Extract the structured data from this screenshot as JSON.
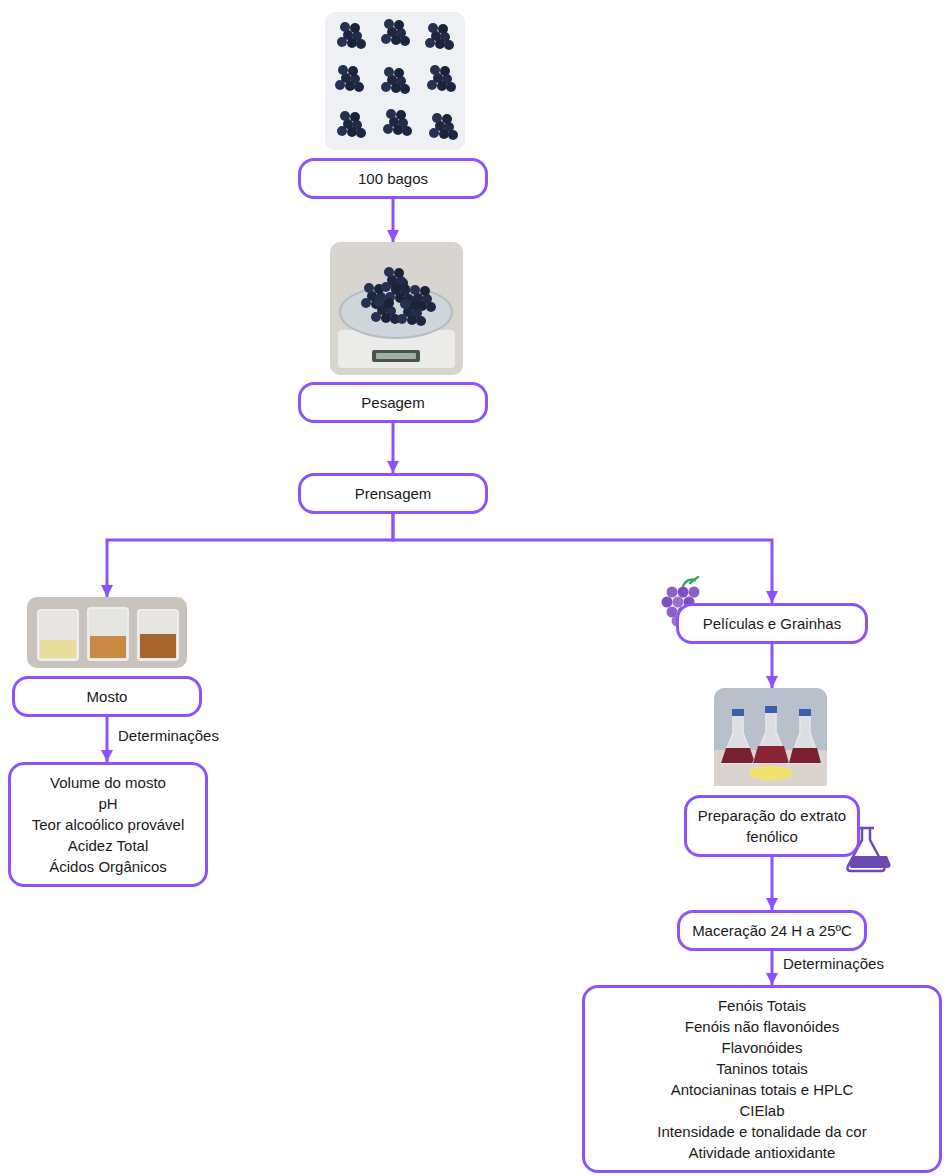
{
  "diagram": {
    "nodes": [
      {
        "text": [
          "100 bagos"
        ]
      },
      {
        "text": [
          "Pesagem"
        ]
      },
      {
        "text": [
          "Prensagem"
        ]
      },
      {
        "text": [
          "Mosto"
        ]
      },
      {
        "text": [
          "Volume do mosto",
          "pH",
          "Teor alcoólico provável",
          "Acidez Total",
          "Ácidos Orgânicos"
        ]
      },
      {
        "text": [
          "Películas e Grainhas"
        ]
      },
      {
        "text": [
          "Preparação do extrato fenólico"
        ]
      },
      {
        "text": [
          "Maceração 24 H a 25ºC"
        ]
      },
      {
        "text": [
          "Fenóis Totais",
          "Fenóis não flavonóides",
          "Flavonóides",
          "Taninos totais",
          "Antocianinas totais e HPLC",
          "CIElab",
          "Intensidade e tonalidade da cor",
          "Atividade antioxidante"
        ]
      }
    ],
    "edges": [
      {
        "from": 0,
        "to": 1,
        "arrow": "to"
      },
      {
        "from": 1,
        "to": 2,
        "arrow": "to"
      },
      {
        "from": 2,
        "to": 3,
        "arrow": "to"
      },
      {
        "from": 2,
        "to": 5,
        "arrow": "to"
      },
      {
        "from": 3,
        "to": 4,
        "label": "Determinações",
        "arrow": "to"
      },
      {
        "from": 5,
        "to": 6,
        "arrow": "to"
      },
      {
        "from": 6,
        "to": 7,
        "arrow": "to"
      },
      {
        "from": 7,
        "to": 8,
        "label": "Determinações",
        "arrow": "to"
      }
    ]
  }
}
